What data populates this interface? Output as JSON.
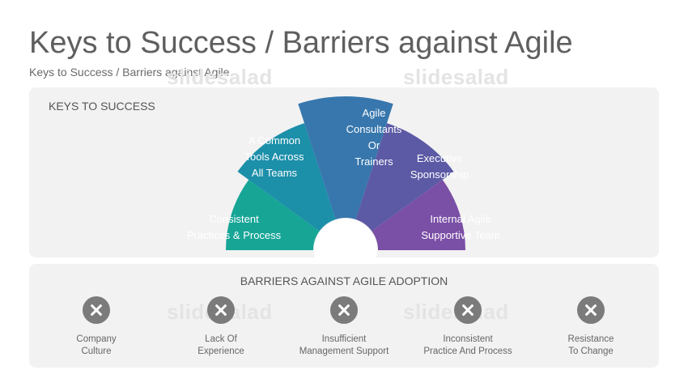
{
  "header": {
    "title": "Keys to Success / Barriers against Agile",
    "subtitle": "Keys to Success / Barriers against Agile"
  },
  "watermark": "slidesalad",
  "keys": {
    "label": "KEYS TO SUCCESS",
    "segments": [
      {
        "label": "Consistent\nPractices & Process",
        "color": "#17a596"
      },
      {
        "label": "A Common\nTools Across\nAll Teams",
        "color": "#1c8fa9"
      },
      {
        "label": "Agile\nConsultants\nOr\nTrainers",
        "color": "#3777ad"
      },
      {
        "label": "Executive\nSponsorship",
        "color": "#5c5aa5"
      },
      {
        "label": "Internal Agile\nSupportive Team",
        "color": "#7a4fa6"
      }
    ]
  },
  "barriers": {
    "title": "BARRIERS AGAINST AGILE ADOPTION",
    "icon": "x-circle-icon",
    "items": [
      {
        "label": "Company\nCulture"
      },
      {
        "label": "Lack Of\nExperience"
      },
      {
        "label": "Insufficient\nManagement Support"
      },
      {
        "label": "Inconsistent\nPractice And Process"
      },
      {
        "label": "Resistance\nTo Change"
      }
    ]
  }
}
